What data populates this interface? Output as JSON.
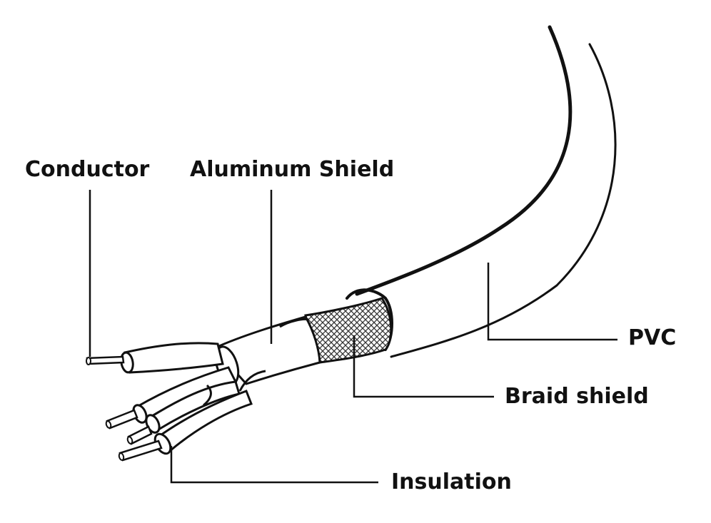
{
  "labels": {
    "conductor": "Conductor",
    "aluminum_shield": "Aluminum Shield",
    "pvc": "PVC",
    "braid_shield": "Braid shield",
    "insulation": "Insulation"
  },
  "colors": {
    "line": "#111111",
    "background": "#ffffff",
    "braid": "#333333"
  }
}
